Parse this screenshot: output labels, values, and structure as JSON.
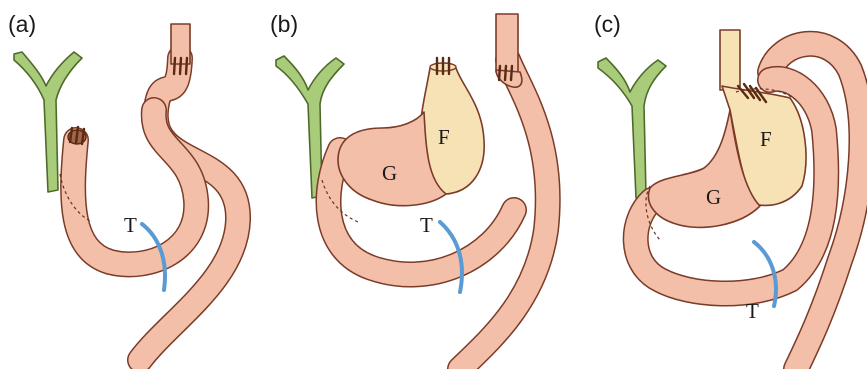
{
  "panels": [
    {
      "label": "(a)",
      "treitz_label": "T"
    },
    {
      "label": "(b)",
      "gastric_label": "G",
      "fundus_label": "F",
      "treitz_label": "T"
    },
    {
      "label": "(c)",
      "gastric_label": "G",
      "fundus_label": "F",
      "treitz_label": "T"
    }
  ],
  "colors": {
    "bowel": "#f3bfa8",
    "bowel_outline": "#7a3b28",
    "bile_duct": "#a9cc7a",
    "fundus": "#f6e2b4",
    "treitz_marker": "#5b9bd5"
  }
}
